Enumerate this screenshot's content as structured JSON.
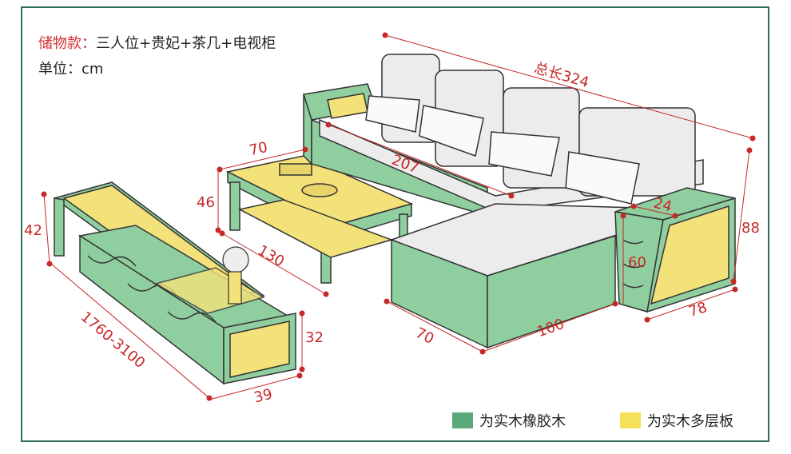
{
  "header": {
    "storage_label": "储物款：",
    "storage_value": "三人位+贵妃+茶几+电视柜",
    "unit_label": "单位：",
    "unit_value": "cm"
  },
  "dimensions": {
    "total_length": "总长324",
    "sofa_seat": "207",
    "table_width": "70",
    "table_height": "46",
    "table_length": "130",
    "tv_height": "42",
    "tv_length": "1760-3100",
    "tv_side_height": "32",
    "tv_depth": "39",
    "chaise_depth": "70",
    "chaise_length": "100",
    "arm_width": "24",
    "arm_height": "60",
    "sofa_height": "88",
    "sofa_depth": "78"
  },
  "legend": {
    "rubberwood_label": "为实木橡胶木",
    "rubberwood_color": "#5aa97b",
    "plywood_label": "为实木多层板",
    "plywood_color": "#f5e05a"
  }
}
